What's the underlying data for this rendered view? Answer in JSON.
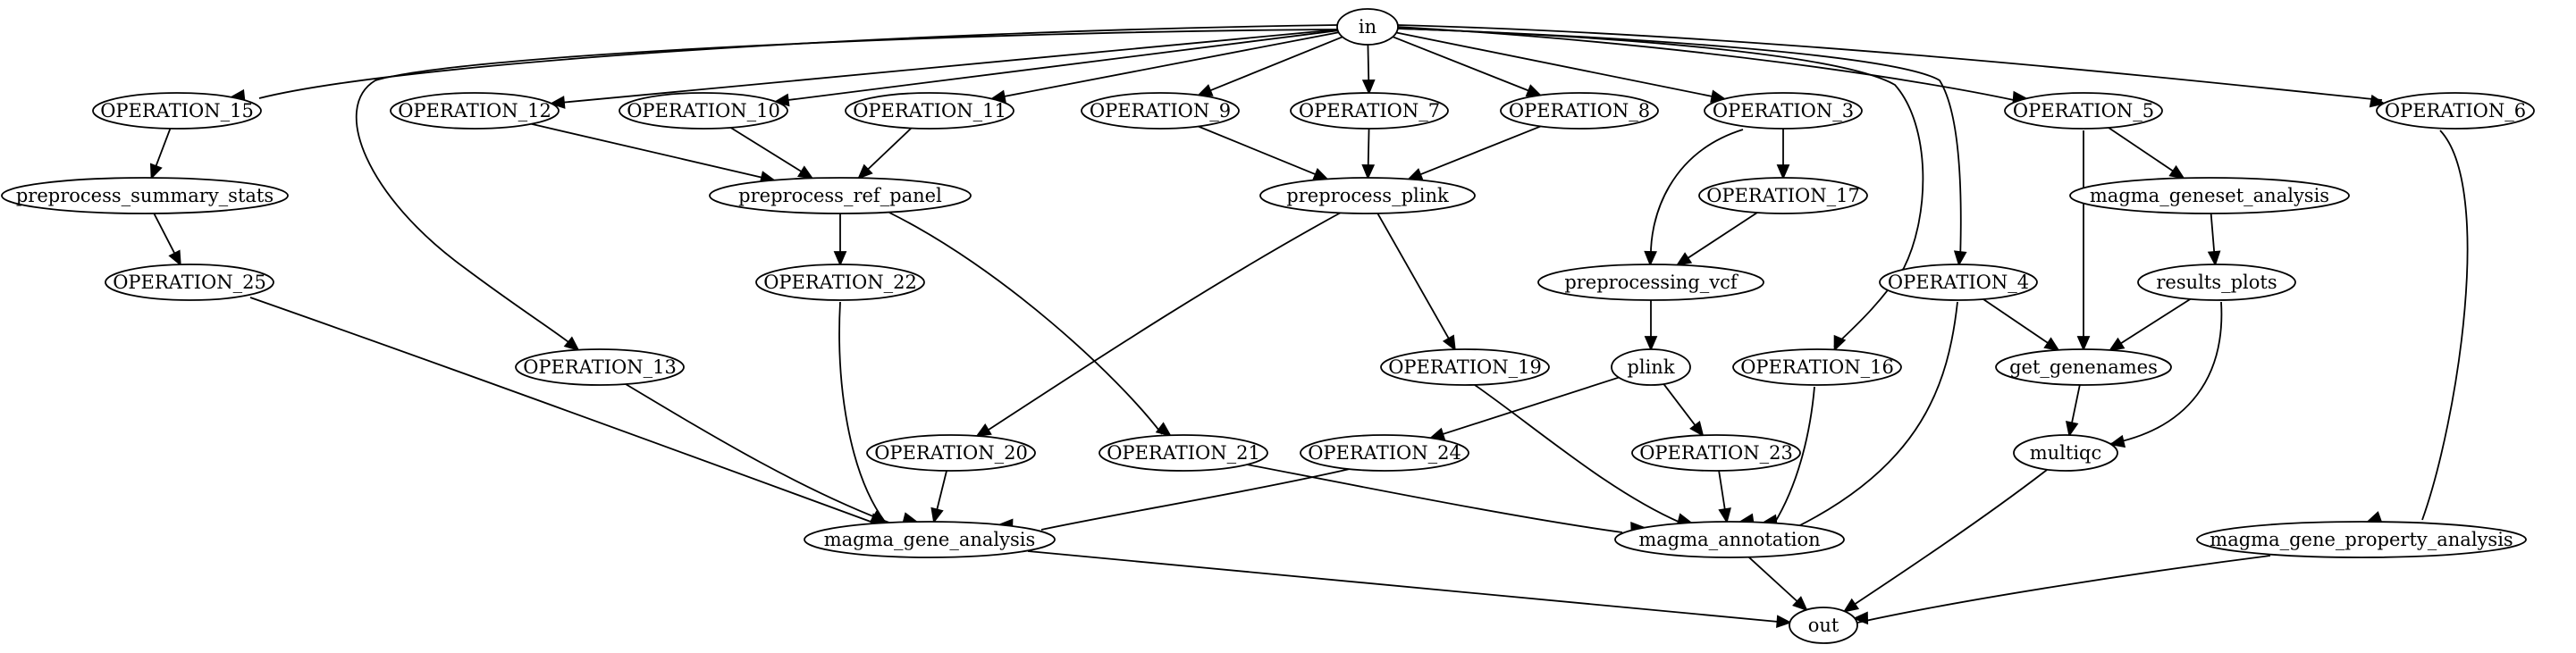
{
  "nodes": {
    "in": "in",
    "op15": "OPERATION_15",
    "op12": "OPERATION_12",
    "op10": "OPERATION_10",
    "op11": "OPERATION_11",
    "op9": "OPERATION_9",
    "op7": "OPERATION_7",
    "op8": "OPERATION_8",
    "op3": "OPERATION_3",
    "op5": "OPERATION_5",
    "op6": "OPERATION_6",
    "pss": "preprocess_summary_stats",
    "prp": "preprocess_ref_panel",
    "pp": "preprocess_plink",
    "op17": "OPERATION_17",
    "mgsa": "magma_geneset_analysis",
    "op25": "OPERATION_25",
    "op22": "OPERATION_22",
    "pvcf": "preprocessing_vcf",
    "op4": "OPERATION_4",
    "rp": "results_plots",
    "op13": "OPERATION_13",
    "op19": "OPERATION_19",
    "plink": "plink",
    "op16": "OPERATION_16",
    "gg": "get_genenames",
    "op20": "OPERATION_20",
    "op21": "OPERATION_21",
    "op24": "OPERATION_24",
    "op23": "OPERATION_23",
    "mqc": "multiqc",
    "mga": "magma_gene_analysis",
    "ma": "magma_annotation",
    "mgpa": "magma_gene_property_analysis",
    "out": "out"
  },
  "edges": [
    [
      "in",
      "op15"
    ],
    [
      "in",
      "op12"
    ],
    [
      "in",
      "op10"
    ],
    [
      "in",
      "op11"
    ],
    [
      "in",
      "op9"
    ],
    [
      "in",
      "op7"
    ],
    [
      "in",
      "op8"
    ],
    [
      "in",
      "op3"
    ],
    [
      "in",
      "op5"
    ],
    [
      "in",
      "op6"
    ],
    [
      "in",
      "op13"
    ],
    [
      "in",
      "op16"
    ],
    [
      "in",
      "op4"
    ],
    [
      "op15",
      "pss"
    ],
    [
      "op12",
      "prp"
    ],
    [
      "op10",
      "prp"
    ],
    [
      "op11",
      "prp"
    ],
    [
      "op9",
      "pp"
    ],
    [
      "op7",
      "pp"
    ],
    [
      "op8",
      "pp"
    ],
    [
      "op3",
      "op17"
    ],
    [
      "op3",
      "pvcf"
    ],
    [
      "op17",
      "pvcf"
    ],
    [
      "op5",
      "mgsa"
    ],
    [
      "op5",
      "gg"
    ],
    [
      "op6",
      "mgpa"
    ],
    [
      "pss",
      "op25"
    ],
    [
      "prp",
      "op22"
    ],
    [
      "prp",
      "op21"
    ],
    [
      "pp",
      "op20"
    ],
    [
      "pp",
      "op19"
    ],
    [
      "mgsa",
      "rp"
    ],
    [
      "pvcf",
      "plink"
    ],
    [
      "op4",
      "gg"
    ],
    [
      "op4",
      "ma"
    ],
    [
      "rp",
      "gg"
    ],
    [
      "rp",
      "mqc"
    ],
    [
      "plink",
      "op24"
    ],
    [
      "plink",
      "op23"
    ],
    [
      "gg",
      "mqc"
    ],
    [
      "op25",
      "mga"
    ],
    [
      "op13",
      "mga"
    ],
    [
      "op22",
      "mga"
    ],
    [
      "op20",
      "mga"
    ],
    [
      "op24",
      "mga"
    ],
    [
      "op19",
      "ma"
    ],
    [
      "op16",
      "ma"
    ],
    [
      "op23",
      "ma"
    ],
    [
      "op21",
      "ma"
    ],
    [
      "mga",
      "out"
    ],
    [
      "ma",
      "out"
    ],
    [
      "mqc",
      "out"
    ],
    [
      "mgpa",
      "out"
    ]
  ]
}
